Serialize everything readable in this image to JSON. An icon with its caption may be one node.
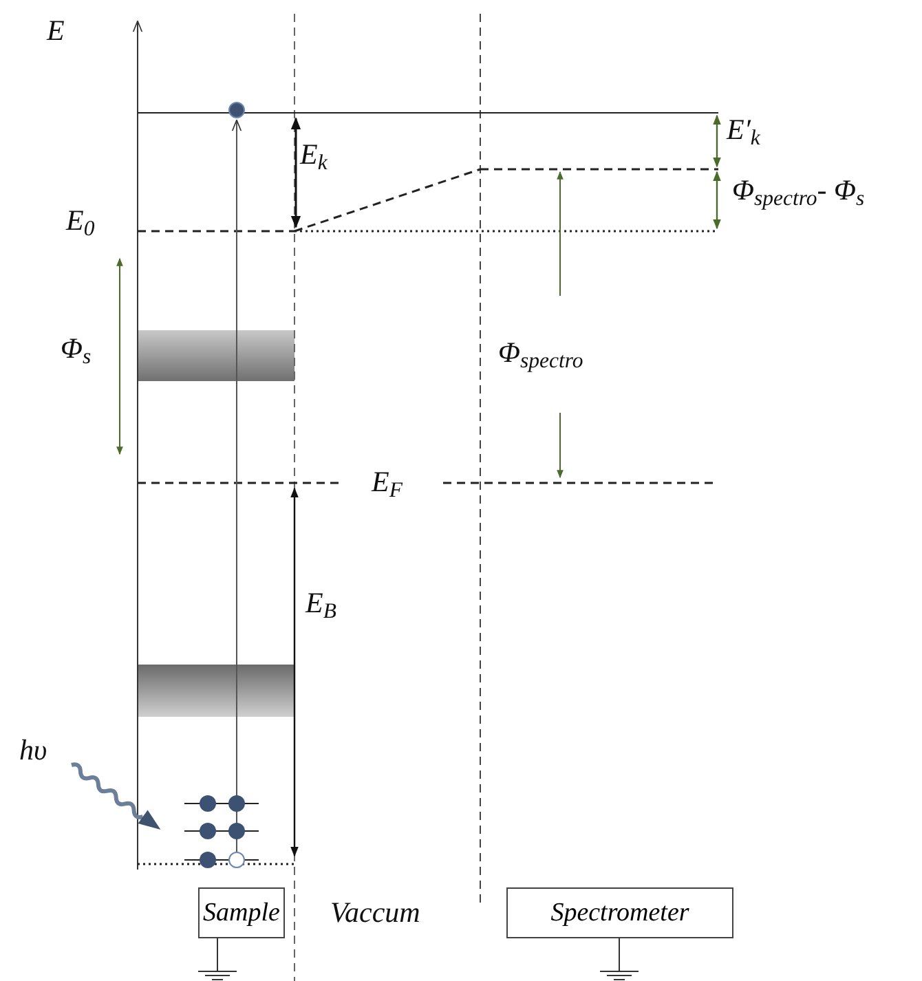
{
  "diagram": {
    "nodes": [
      {
        "text": [
          "Sample"
        ]
      },
      {
        "text": [
          "Spectrometer"
        ]
      }
    ],
    "labels": [
      "E",
      "E$_{k}$",
      "E′$_{k}$",
      "E$_{0}$",
      "Φ$_{spectro}$- Φ$_{s}$",
      "Φ$_{s}$",
      "Φ$_{spectro}$",
      "E$_{F}$",
      "E$_{B}$",
      "hυ",
      "Vaccum"
    ]
  }
}
